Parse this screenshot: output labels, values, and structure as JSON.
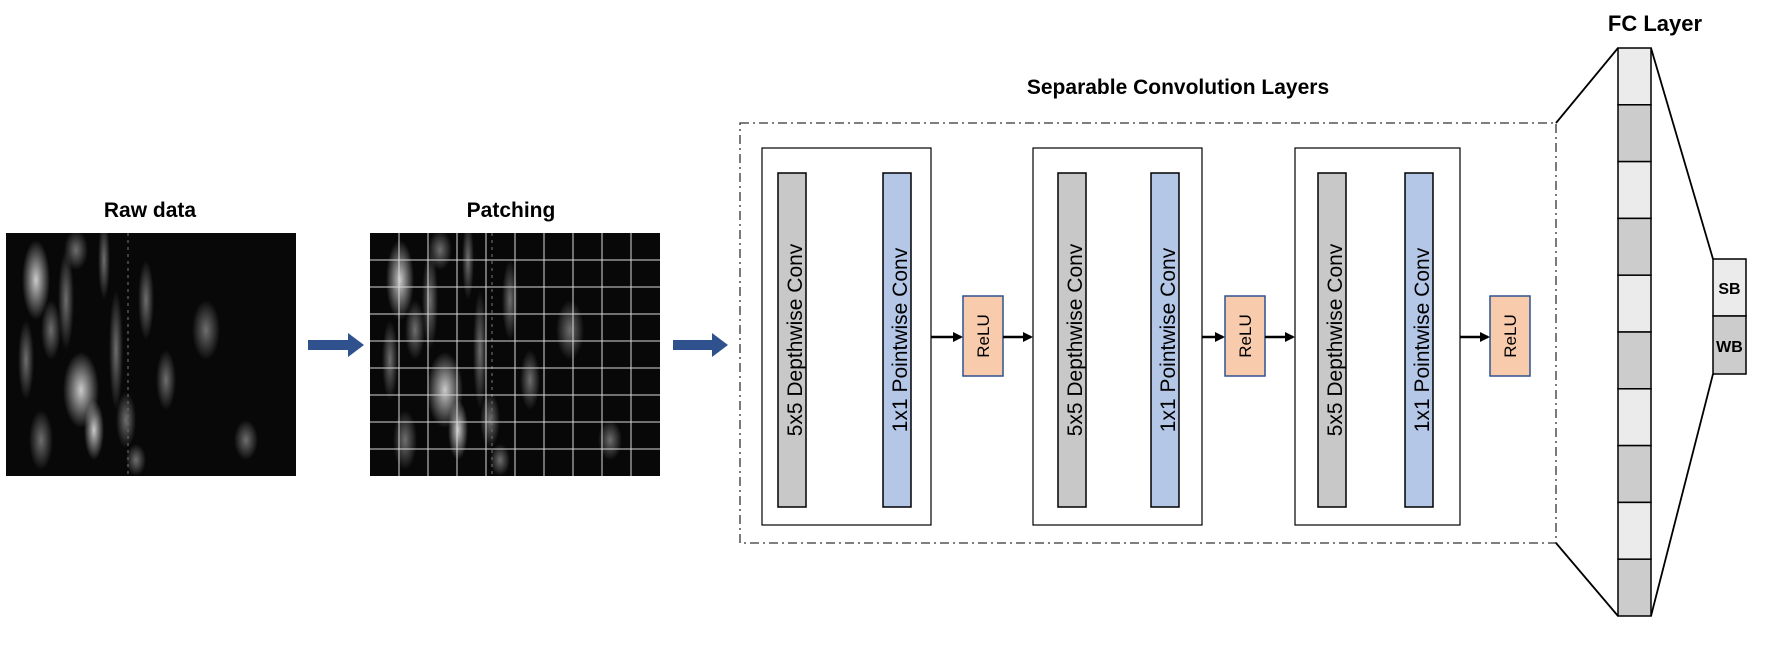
{
  "labels": {
    "raw_data": "Raw data",
    "patching": "Patching",
    "sep_conv_title": "Separable Convolution Layers",
    "fc_title": "FC Layer"
  },
  "blocks": [
    {
      "depthwise": "5x5 Depthwise Conv",
      "pointwise": "1x1 Pointwise Conv",
      "activation": "ReLU"
    },
    {
      "depthwise": "5x5 Depthwise Conv",
      "pointwise": "1x1 Pointwise Conv",
      "activation": "ReLU"
    },
    {
      "depthwise": "5x5 Depthwise Conv",
      "pointwise": "1x1 Pointwise Conv",
      "activation": "ReLU"
    }
  ],
  "outputs": [
    "SB",
    "WB"
  ],
  "colors": {
    "depthwise_fill": "#c8c8c8",
    "pointwise_fill": "#b4c7e7",
    "relu_fill": "#f8cbad",
    "relu_stroke": "#2f528f",
    "arrow_blue": "#2f528f",
    "fc_light": "#ebebeb",
    "fc_dark": "#cccccc"
  },
  "icons": {
    "flow_arrow": "right-arrow-icon"
  }
}
